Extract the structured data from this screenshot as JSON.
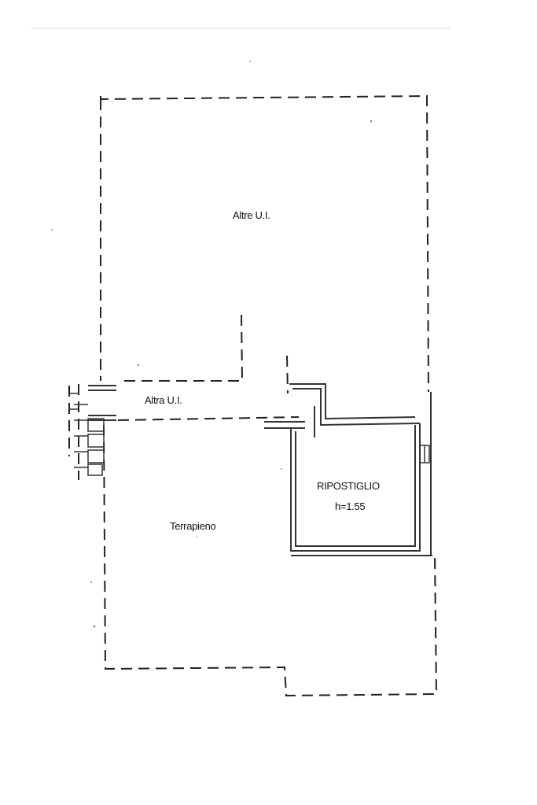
{
  "labels": {
    "upper_area": "Altre U.I.",
    "corridor": "Altra U.I.",
    "storage_name": "RIPOSTIGLIO",
    "storage_height": "h=1.55",
    "ground_fill": "Terrapieno"
  }
}
